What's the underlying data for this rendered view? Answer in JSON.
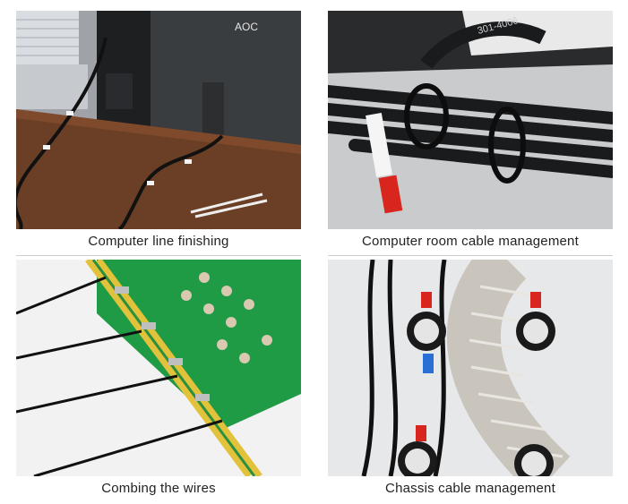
{
  "panels": [
    {
      "caption": "Computer line finishing",
      "brand_text": "AOC"
    },
    {
      "caption": "Computer room cable management",
      "label_text": "301-4006"
    },
    {
      "caption": "Combing the wires"
    },
    {
      "caption": "Chassis cable management"
    }
  ]
}
